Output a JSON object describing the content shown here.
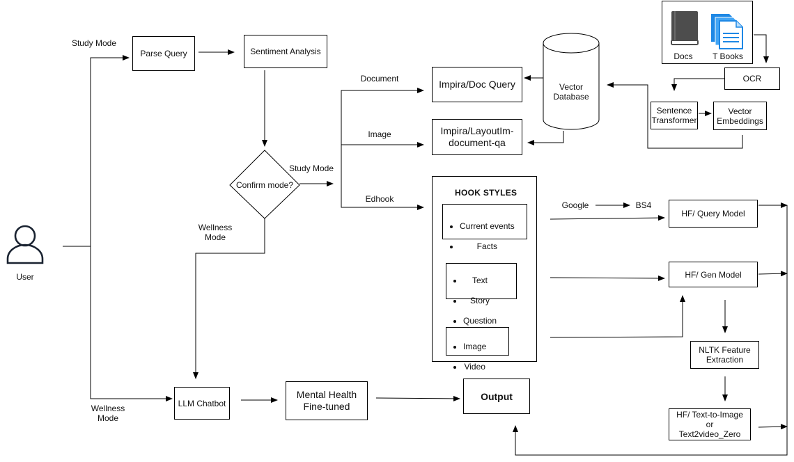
{
  "user": {
    "label": "User"
  },
  "labels": {
    "study_mode_top": "Study Mode",
    "wellness_mode_bottom": "Wellness\nMode",
    "document": "Document",
    "image": "Image",
    "edhook": "Edhook",
    "study_mode_diamond": "Study Mode",
    "wellness_mode_diamond": "Wellness\nMode",
    "google": "Google",
    "bs4": "BS4"
  },
  "nodes": {
    "parse_query": "Parse Query",
    "sentiment_analysis": "Sentiment Analysis",
    "confirm_mode": "Confirm mode?",
    "impira_doc_query": "Impira/Doc Query",
    "impira_layoutlm": "Impira/LayoutIm-\ndocument-qa",
    "vector_database": "Vector\nDatabase",
    "ocr": "OCR",
    "sentence_transformer": "Sentence\nTransformer",
    "vector_embeddings": "Vector\nEmbeddings",
    "llm_chatbot": "LLM Chatbot",
    "mental_health": "Mental Health\nFine-tuned",
    "output": "Output",
    "hf_query_model": "HF/ Query Model",
    "hf_gen_model": "HF/ Gen Model",
    "nltk": "NLTK Feature\nExtraction",
    "hf_text_to_image": "HF/ Text-to-Image\nor\nText2video_Zero"
  },
  "sources": {
    "docs_icon": "book-icon",
    "tbooks_icon": "documents-icon",
    "docs_label": "Docs",
    "tbooks_label": "T Books",
    "book_color": "#4d4d4d",
    "doc_color": "#1e88e5"
  },
  "hook_styles": {
    "title": "HOOK STYLES",
    "group1": [
      "Current events",
      "Facts"
    ],
    "group2": [
      "Text",
      "Story",
      "Question"
    ],
    "group3": [
      "Image",
      "Video"
    ]
  }
}
